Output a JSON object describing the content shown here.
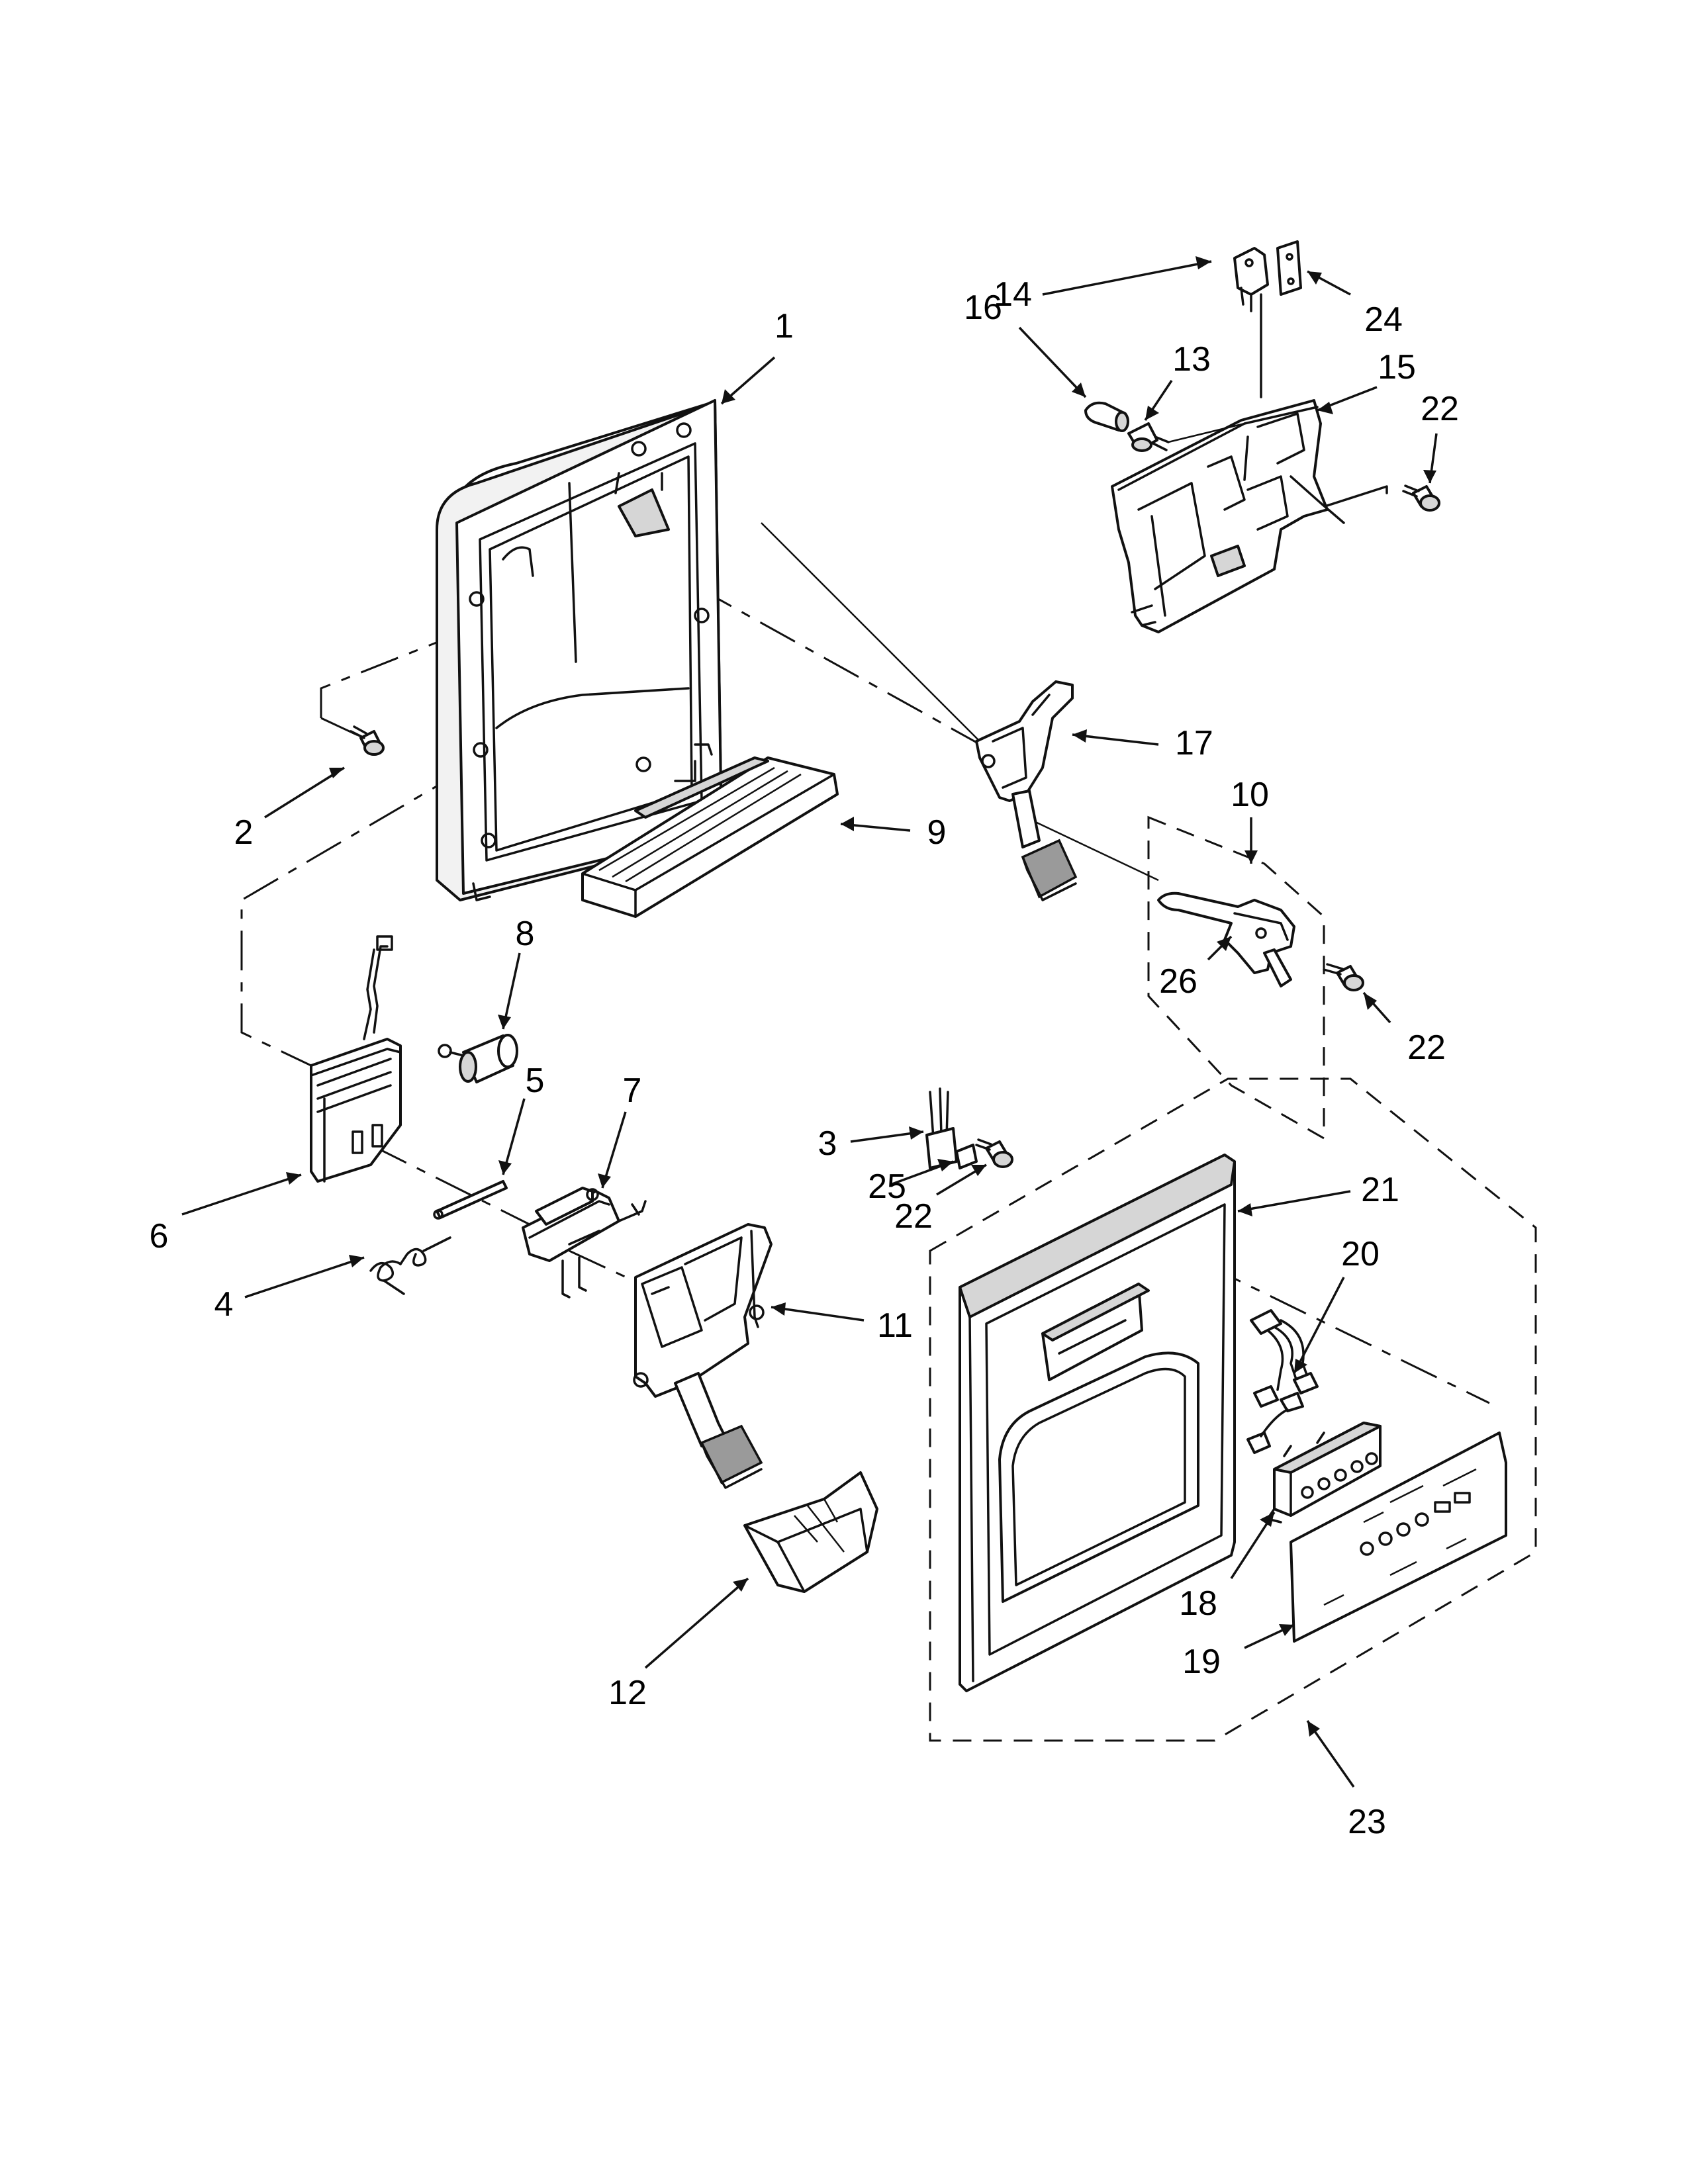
{
  "callouts": [
    {
      "id": "1",
      "text": "1"
    },
    {
      "id": "2",
      "text": "2"
    },
    {
      "id": "3",
      "text": "3"
    },
    {
      "id": "4",
      "text": "4"
    },
    {
      "id": "5",
      "text": "5"
    },
    {
      "id": "6",
      "text": "6"
    },
    {
      "id": "7",
      "text": "7"
    },
    {
      "id": "8",
      "text": "8"
    },
    {
      "id": "9",
      "text": "9"
    },
    {
      "id": "10",
      "text": "10"
    },
    {
      "id": "11",
      "text": "11"
    },
    {
      "id": "12",
      "text": "12"
    },
    {
      "id": "13",
      "text": "13"
    },
    {
      "id": "14",
      "text": "14"
    },
    {
      "id": "15",
      "text": "15"
    },
    {
      "id": "16",
      "text": "16"
    },
    {
      "id": "17",
      "text": "17"
    },
    {
      "id": "18",
      "text": "18"
    },
    {
      "id": "19",
      "text": "19"
    },
    {
      "id": "20",
      "text": "20"
    },
    {
      "id": "21",
      "text": "21"
    },
    {
      "id": "22a",
      "text": "22"
    },
    {
      "id": "22b",
      "text": "22"
    },
    {
      "id": "22c",
      "text": "22"
    },
    {
      "id": "23",
      "text": "23"
    },
    {
      "id": "24",
      "text": "24"
    },
    {
      "id": "25",
      "text": "25"
    },
    {
      "id": "26",
      "text": "26"
    }
  ],
  "colors": {
    "line": "#111111",
    "part_fill": "#ffffff",
    "shade": "#d6d6d6"
  }
}
